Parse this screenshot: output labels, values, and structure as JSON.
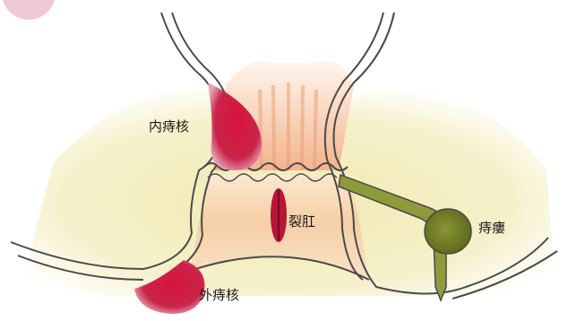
{
  "labels": {
    "internal_hemorrhoid": "内痔核",
    "anal_fissure": "裂肛",
    "anal_fistula": "痔瘻",
    "external_hemorrhoid": "外痔核"
  },
  "colors": {
    "background": "#ffffff",
    "tissue_yellow": "#f3ecb8",
    "canal_peach": "#f4c79a",
    "hemorrhoid_red": "#c8193e",
    "fistula_green": "#6e7a25",
    "outline": "#4a4a4a"
  }
}
